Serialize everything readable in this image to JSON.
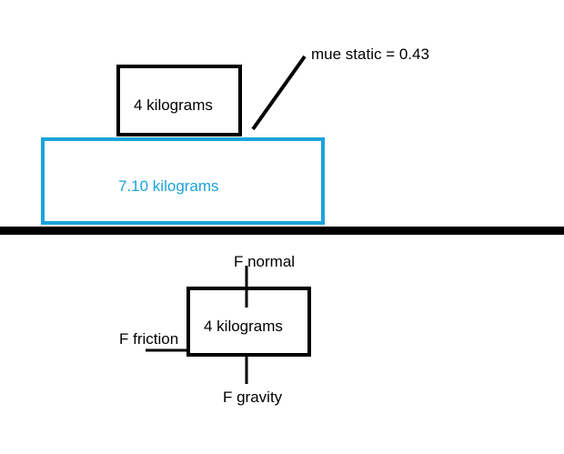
{
  "diagram": {
    "top_block": {
      "label": "4 kilograms"
    },
    "bottom_block": {
      "label": "7.10 kilograms"
    },
    "coefficient": {
      "label": "mue static = 0.43"
    },
    "free_body": {
      "block_label": "4 kilograms",
      "normal_label": "F normal",
      "friction_label": "F friction",
      "gravity_label": "F gravity"
    },
    "colors": {
      "ink": "#000000",
      "accent": "#1aa3dc",
      "background": "#ffffff"
    }
  }
}
